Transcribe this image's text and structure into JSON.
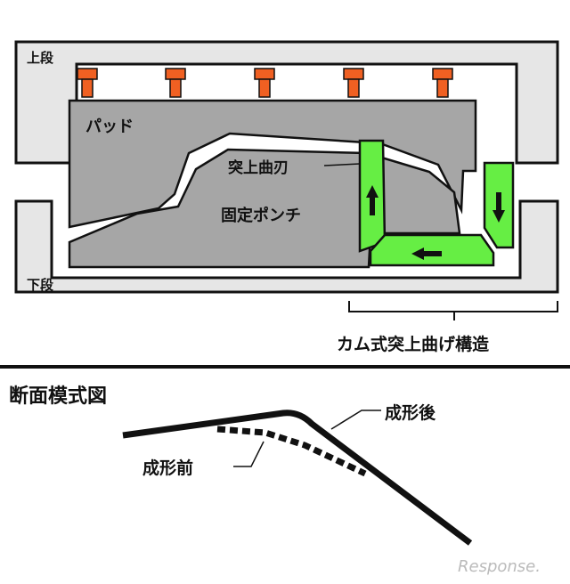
{
  "diagram": {
    "top": {
      "labels": {
        "upper_die": "上段",
        "lower_die": "下段",
        "pad": "パッド",
        "blade": "突上曲刃",
        "punch": "固定ポンチ",
        "structure": "カム式突上曲げ構造"
      },
      "colors": {
        "die": "#e6e6e6",
        "core": "#a6a6a6",
        "cam": "#66ee44",
        "spring": "#f06022",
        "outline": "#111111"
      }
    },
    "bottom": {
      "labels": {
        "title": "断面模式図",
        "after": "成形後",
        "before": "成形前"
      }
    },
    "watermark": "Response."
  }
}
